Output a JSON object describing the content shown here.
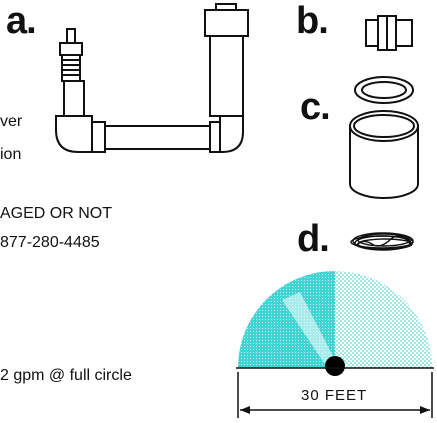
{
  "labels": {
    "a": "a.",
    "b": "b.",
    "c": "c.",
    "d": "d."
  },
  "side_text": {
    "line1": "ver",
    "line2": "ion",
    "line3": "AGED OR NOT",
    "line4": "877-280-4485",
    "flow": "2 gpm @ full circle"
  },
  "dimension": {
    "label": "30  FEET"
  },
  "colors": {
    "stroke": "#111111",
    "spray_solid": "#3fd3d3",
    "spray_dots": "#5ad8d8",
    "nozzle": "#000000"
  }
}
